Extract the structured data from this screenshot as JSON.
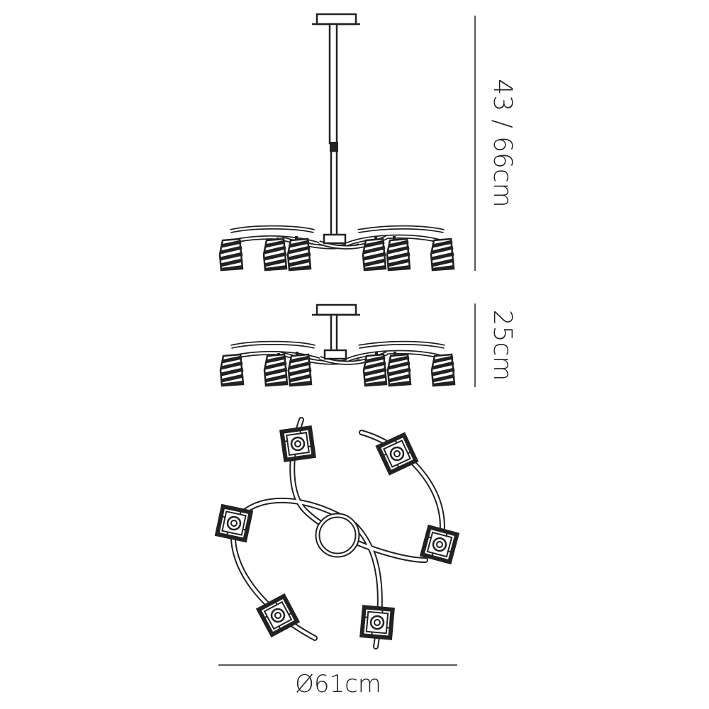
{
  "dimensions": {
    "pendant_height": "43 / 66cm",
    "flush_height": "25cm",
    "diameter": "Ø61cm"
  },
  "colors": {
    "line": "#222222",
    "background": "#ffffff"
  }
}
